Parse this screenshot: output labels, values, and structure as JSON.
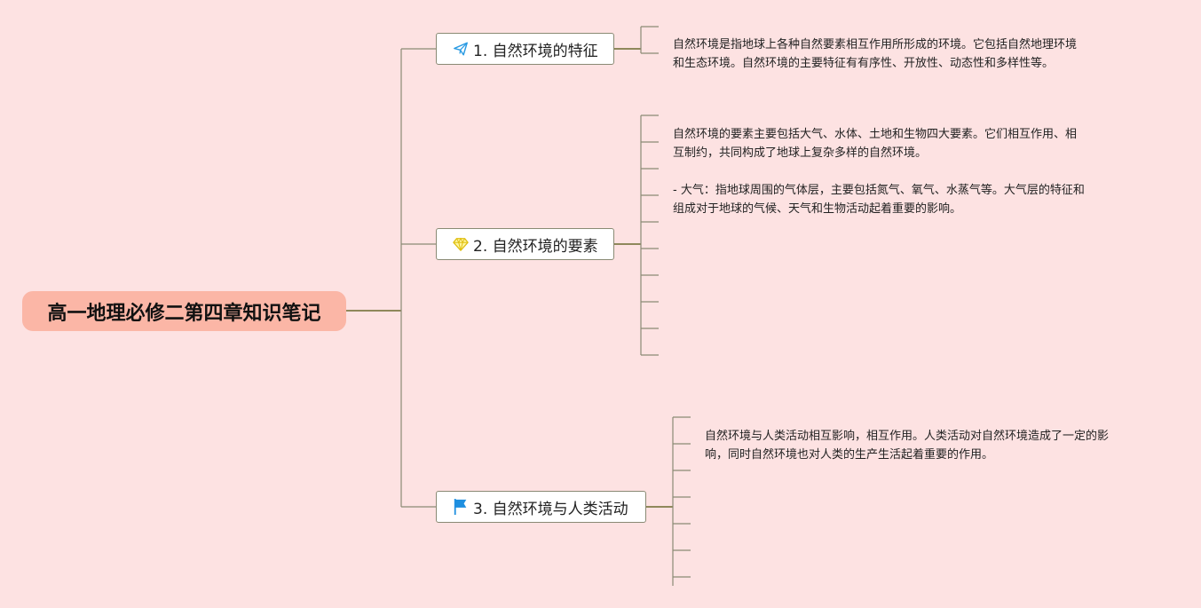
{
  "root": {
    "title": "高一地理必修二第四章知识笔记"
  },
  "branches": [
    {
      "label": "1. 自然环境的特征",
      "icon": "paper-plane-icon",
      "notes": [
        "自然环境是指地球上各种自然要素相互作用所形成的环境。它包括自然地理环境\n和生态环境。自然环境的主要特征有有序性、开放性、动态性和多样性等。"
      ]
    },
    {
      "label": "2. 自然环境的要素",
      "icon": "diamond-icon",
      "notes": [
        "自然环境的要素主要包括大气、水体、土地和生物四大要素。它们相互作用、相\n互制约，共同构成了地球上复杂多样的自然环境。",
        "- 大气：指地球周围的气体层，主要包括氮气、氧气、水蒸气等。大气层的特征和\n组成对于地球的气候、天气和生物活动起着重要的影响。"
      ]
    },
    {
      "label": "3. 自然环境与人类活动",
      "icon": "flag-icon",
      "notes": [
        "自然环境与人类活动相互影响，相互作用。人类活动对自然环境造成了一定的影\n响，同时自然环境也对人类的生产生活起着重要的作用。"
      ]
    }
  ],
  "colors": {
    "background": "#fde2e2",
    "root_fill": "#fbb6a6",
    "line": "#8a8a74",
    "line_dark": "#6b6b2e",
    "plane_icon": "#2b9be3",
    "diamond_icon": "#f2d21f",
    "flag_icon": "#1e8fe0"
  }
}
